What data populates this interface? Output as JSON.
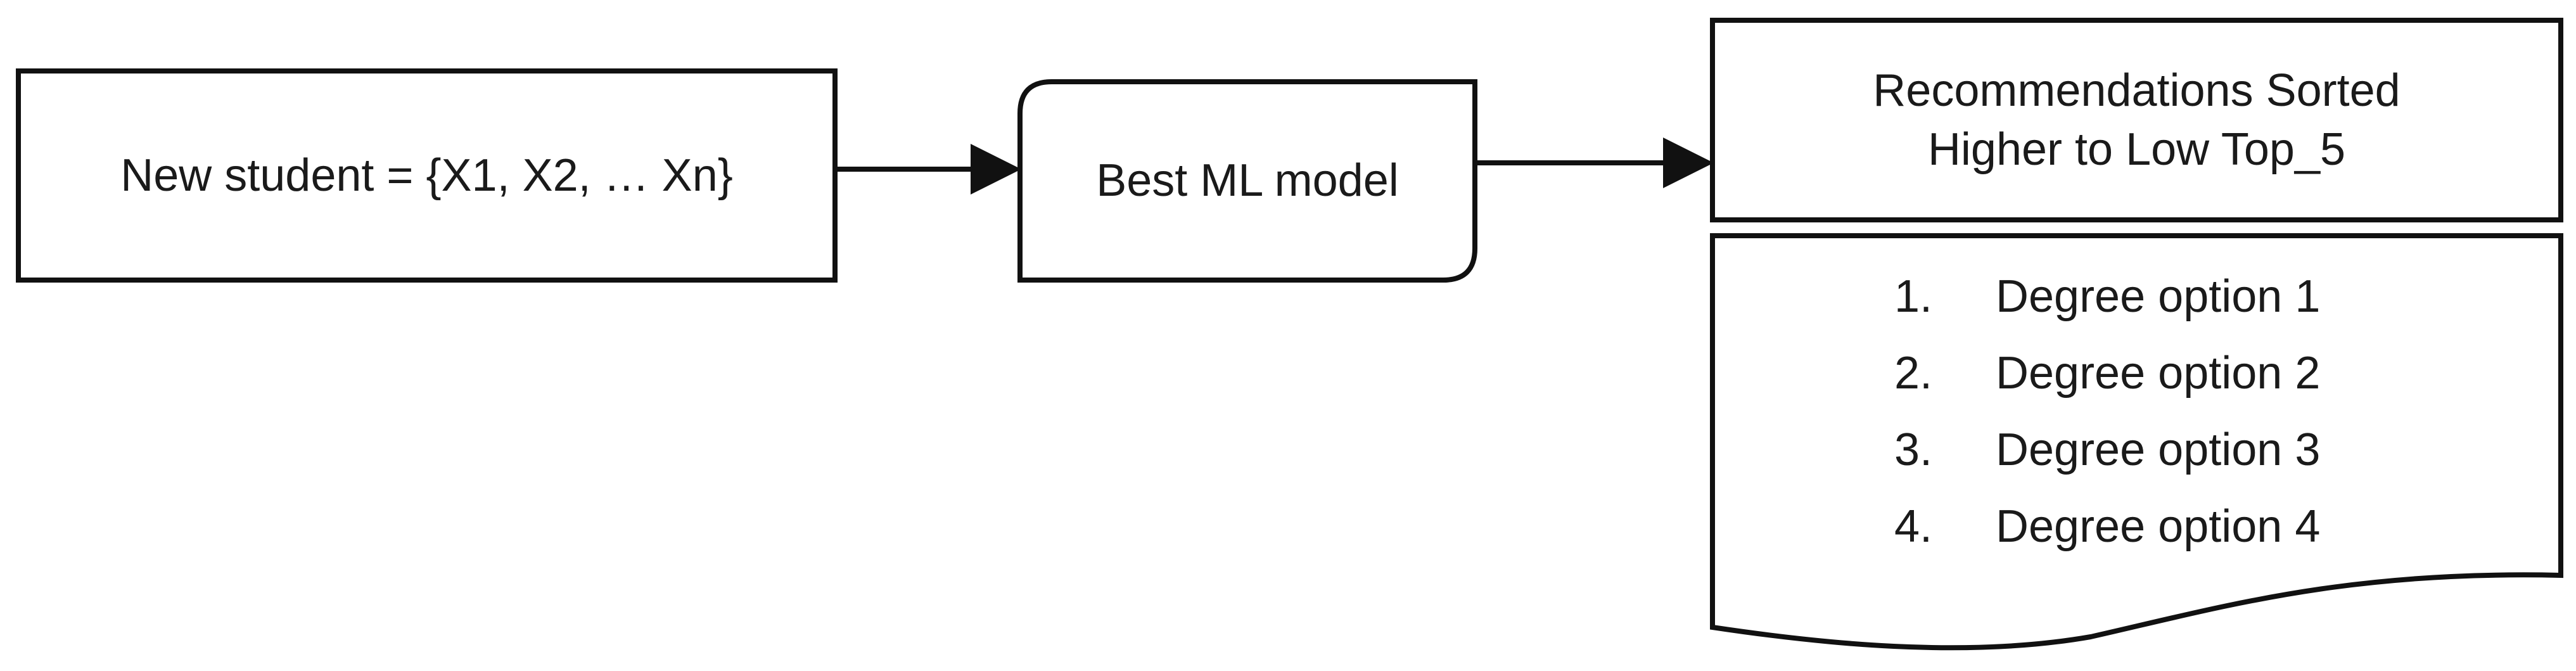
{
  "diagram": {
    "input_box": {
      "label": "New student = {X1, X2, … Xn}"
    },
    "model_box": {
      "label": "Best ML model"
    },
    "output_header": {
      "line1": "Recommendations Sorted",
      "line2": "Higher to Low Top_5"
    },
    "output_list": {
      "items": [
        {
          "number": "1.",
          "text": "Degree option 1"
        },
        {
          "number": "2.",
          "text": "Degree option 2"
        },
        {
          "number": "3.",
          "text": "Degree option 3"
        },
        {
          "number": "4.",
          "text": "Degree option 4"
        }
      ]
    },
    "edges": [
      {
        "from": "input_box",
        "to": "model_box"
      },
      {
        "from": "model_box",
        "to": "output_header"
      }
    ]
  }
}
